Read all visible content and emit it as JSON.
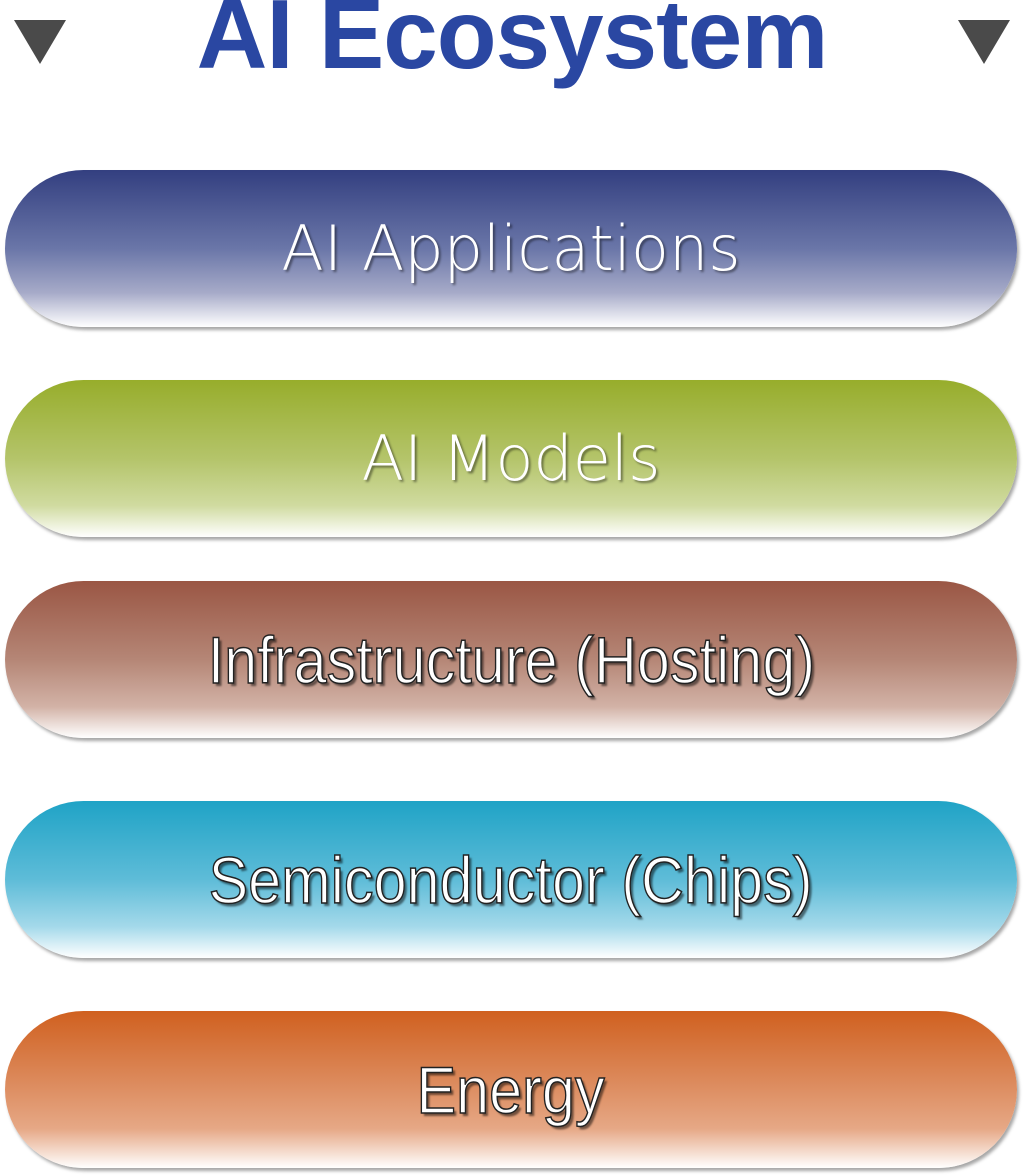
{
  "title": "AI Ecosystem",
  "icons": {
    "left": "triangle-down",
    "right": "triangle-down"
  },
  "layers": [
    {
      "label": "AI Applications",
      "color": "#333f80"
    },
    {
      "label": "AI Models",
      "color": "#97ad2b"
    },
    {
      "label": "Infrastructure (Hosting)",
      "color": "#9a5644"
    },
    {
      "label": "Semiconductor (Chips)",
      "color": "#1fa3c6"
    },
    {
      "label": "Energy",
      "color": "#d0601f"
    }
  ]
}
